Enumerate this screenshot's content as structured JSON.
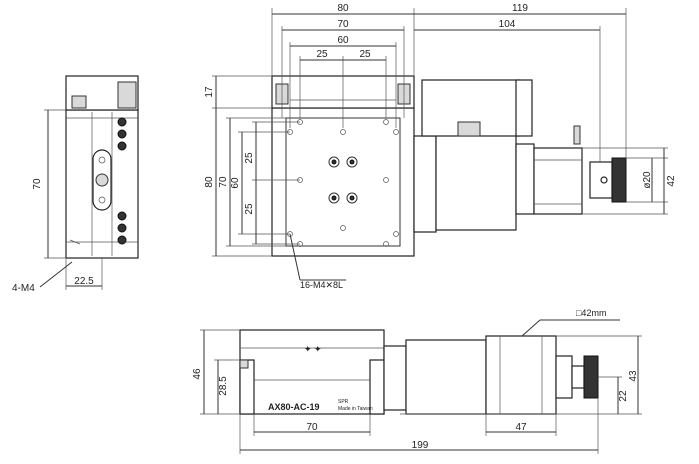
{
  "dimensions": {
    "top_80": "80",
    "top_70": "70",
    "top_60": "60",
    "top_25a": "25",
    "top_25b": "25",
    "top_119": "119",
    "top_104": "104",
    "left_17": "17",
    "left_80": "80",
    "left_70": "70",
    "left_60": "60",
    "left_25a": "25",
    "left_25b": "25",
    "side_70": "70",
    "side_22_5": "22.5",
    "right_20": "ø20",
    "right_42": "42",
    "front_46": "46",
    "front_28_5": "28.5",
    "front_43": "43",
    "front_22": "22",
    "bottom_70": "70",
    "bottom_47": "47",
    "bottom_199": "199"
  },
  "labels": {
    "side_holes": "4-M4",
    "top_holes": "16-M4✕8L",
    "motor_square": "□42mm",
    "model_name": "AX80-AC-19",
    "brand_mark": "SPR",
    "origin": "Made in Taiwan"
  }
}
